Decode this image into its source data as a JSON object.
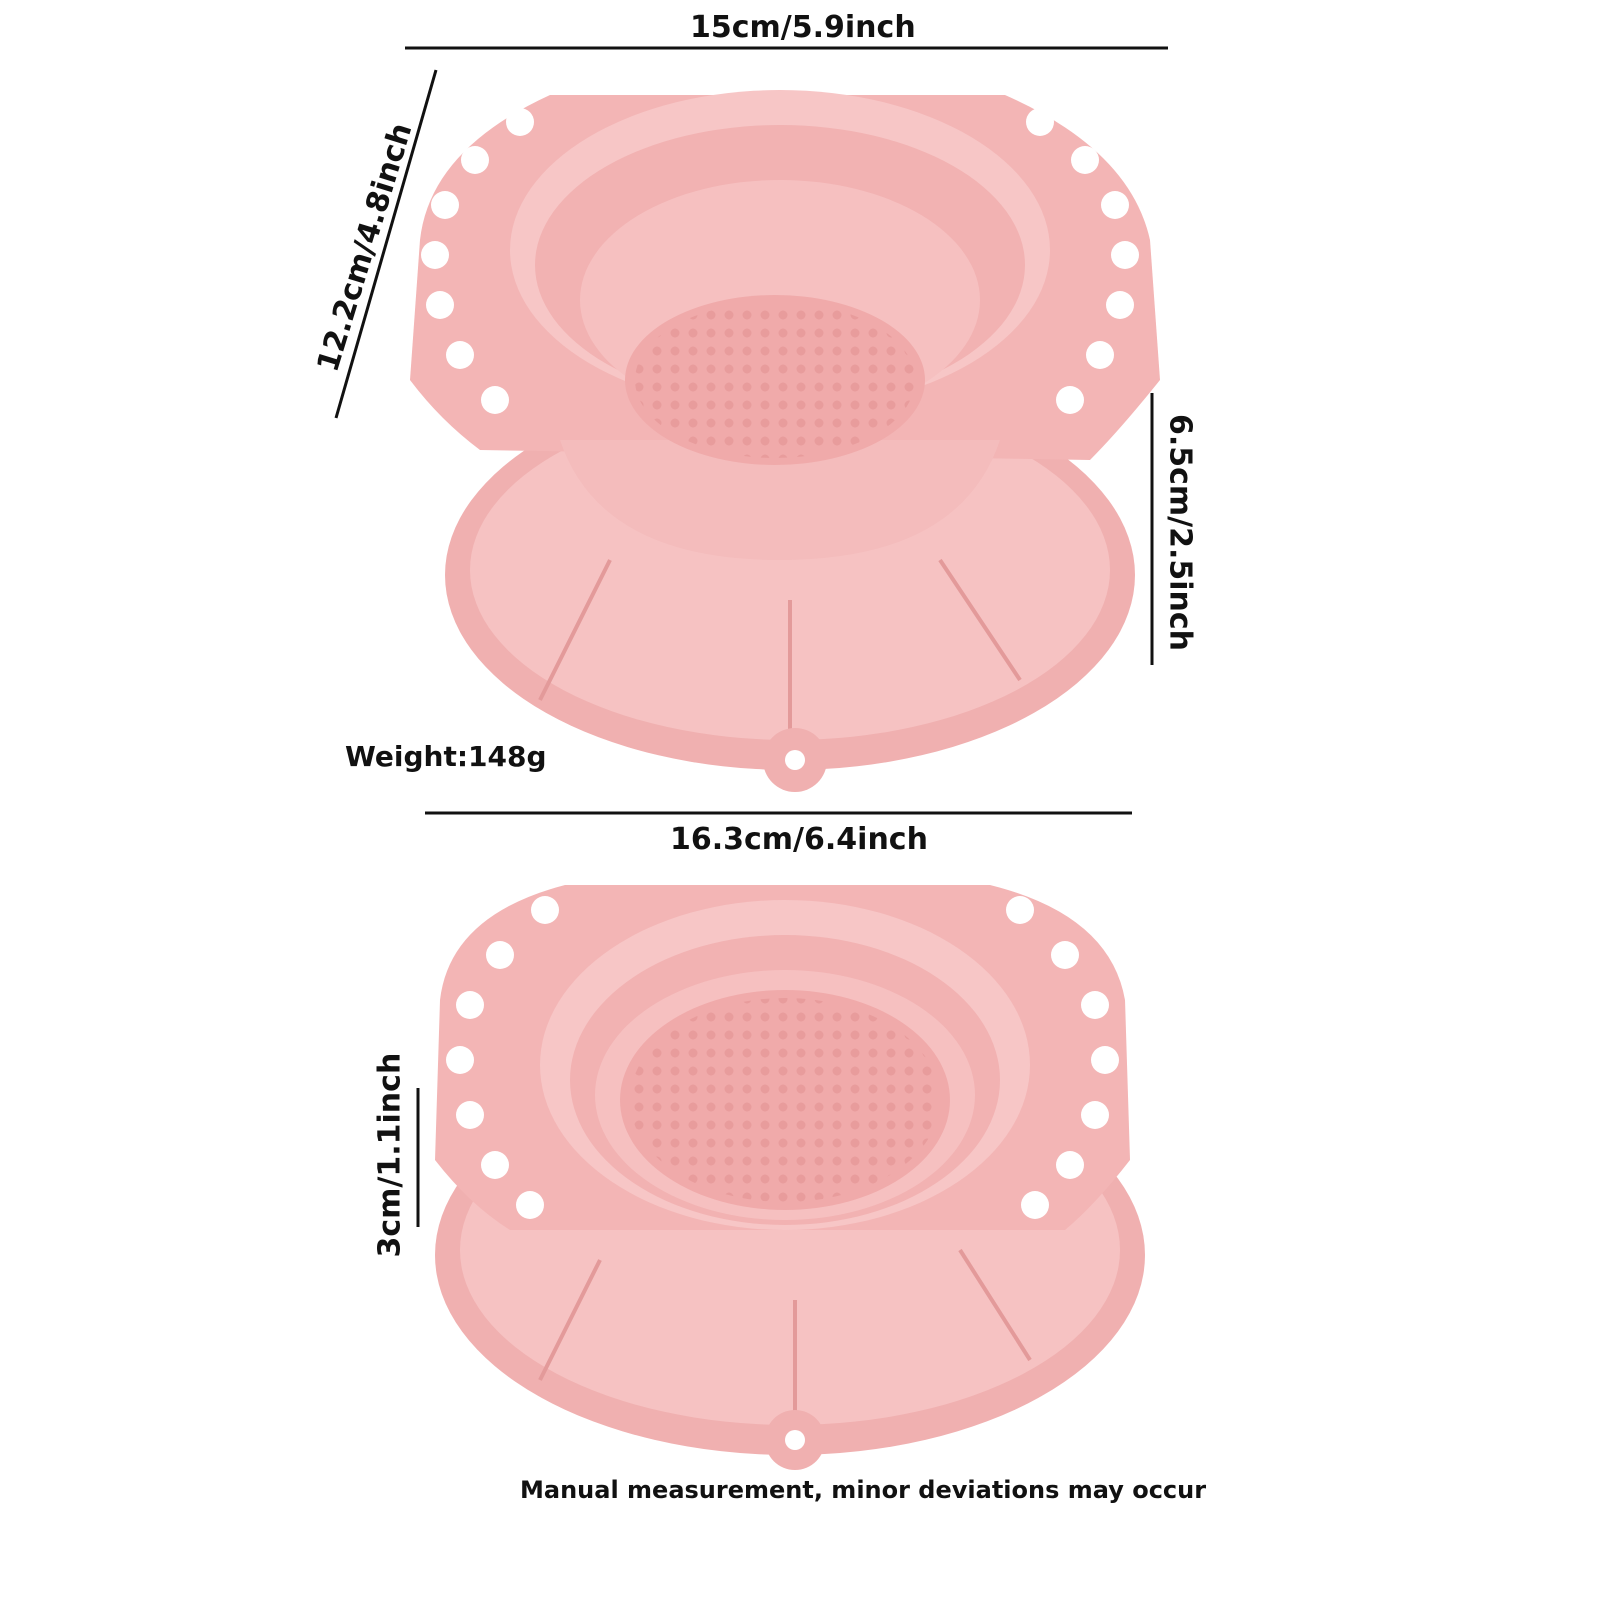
{
  "top_view": {
    "width_label": "15cm/5.9inch",
    "depth_label": "12.2cm/4.8inch",
    "height_label": "6.5cm/2.5inch",
    "weight_label": "Weight:148g"
  },
  "bottom_view": {
    "width_label": "16.3cm/6.4inch",
    "height_label": "3cm/1.1inch"
  },
  "footnote": "Manual measurement, minor deviations may occur",
  "colors": {
    "silicone": "#f3b8b8",
    "silicone_light": "#f8cdcd",
    "silicone_shade": "#e9a3a3",
    "silicone_dark": "#e39999",
    "line": "#111111"
  }
}
